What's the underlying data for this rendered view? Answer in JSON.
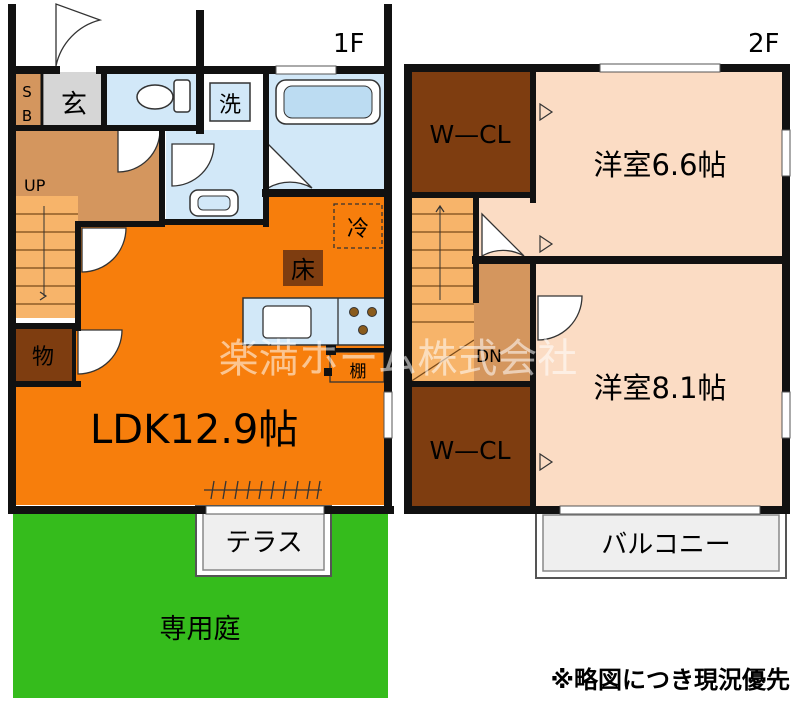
{
  "floor1": {
    "label": "1F",
    "sb": [
      "S",
      "B"
    ],
    "genkan": "玄",
    "sentaku": "洗",
    "up": "UP",
    "rei": "冷",
    "yuka": "床",
    "mono": "物",
    "tana": "棚",
    "ldk": "LDK12.9帖",
    "terrace": "テラス",
    "garden": "専用庭"
  },
  "floor2": {
    "label": "2F",
    "wcl_top": "W—CL",
    "wcl_bottom": "W—CL",
    "room1": "洋室6.6帖",
    "room2": "洋室8.1帖",
    "dn": "DN",
    "balcony": "バルコニー"
  },
  "watermark": "楽満ホーム株式会社",
  "note": "※略図につき現況優先",
  "colors": {
    "ldk": "#f77e0c",
    "hall": "#d4965e",
    "stairs": "#f7b46a",
    "wcl": "#7e3d10",
    "room": "#fbdcc4",
    "wet": "#d2e8f8",
    "garden": "#35bc1c",
    "wall": "#111111"
  }
}
